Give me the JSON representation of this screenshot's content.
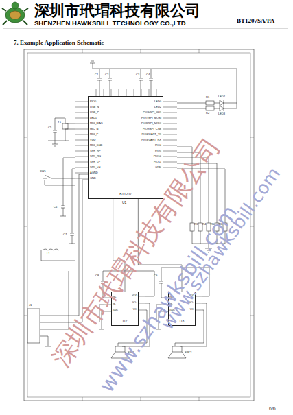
{
  "diagram": {
    "title": "7. Example Application Schematic",
    "nodes": [
      {
        "text": [
          "BT1207"
        ]
      },
      {
        "text": [
          "U2"
        ]
      },
      {
        "text": [
          "U3"
        ]
      }
    ],
    "edges": [
      {
        "from": 0,
        "to": 1,
        "arrow": "none"
      },
      {
        "from": 0,
        "to": 2,
        "arrow": "none"
      }
    ],
    "labels": [
      "深圳市玳瑁科技有限公司",
      "SHENZHEN HAWKSBILL TECHNOLOGY CO.,LTD",
      "BT1207SA/PA",
      "6/6",
      "PIO0",
      "USB_N",
      "USB_P",
      "LED1",
      "MIC_BIAS",
      "MIC_N",
      "MIC_P",
      "VDD",
      "MIC_GND",
      "SPK_RP",
      "SPK_RN",
      "SPK_LP",
      "SPK_LN",
      "AGND",
      "GND",
      "LED0",
      "LED2",
      "PIO6/SPI_CLK",
      "PIO7/SPI_MOSI",
      "PIO8/SPI_MISO",
      "PIO9/SPI_CSB",
      "PIO2/UART_TX",
      "PIO3/UART_RX",
      "PIO4",
      "PIO5",
      "PIO10",
      "PIO11",
      "GND",
      "U1",
      "C1",
      "C2",
      "C3",
      "C4",
      "R1",
      "R2",
      "LED2",
      "LED3",
      "R3",
      "R4",
      "R5",
      "R6",
      "Y1",
      "C5",
      "SW1",
      "C6",
      "C7",
      "L1",
      "J1",
      "IN+",
      "IN-",
      "GND",
      "VDD",
      "VO+",
      "VO-",
      "IN+",
      "IN-",
      "GND",
      "VDD",
      "VO+",
      "VO-",
      "SPK1",
      "SPK2",
      "C8",
      "C9",
      "深圳市玳瑁科技有限公司",
      "www.szhawksbill.com",
      "www.szhawksbill.com"
    ]
  }
}
